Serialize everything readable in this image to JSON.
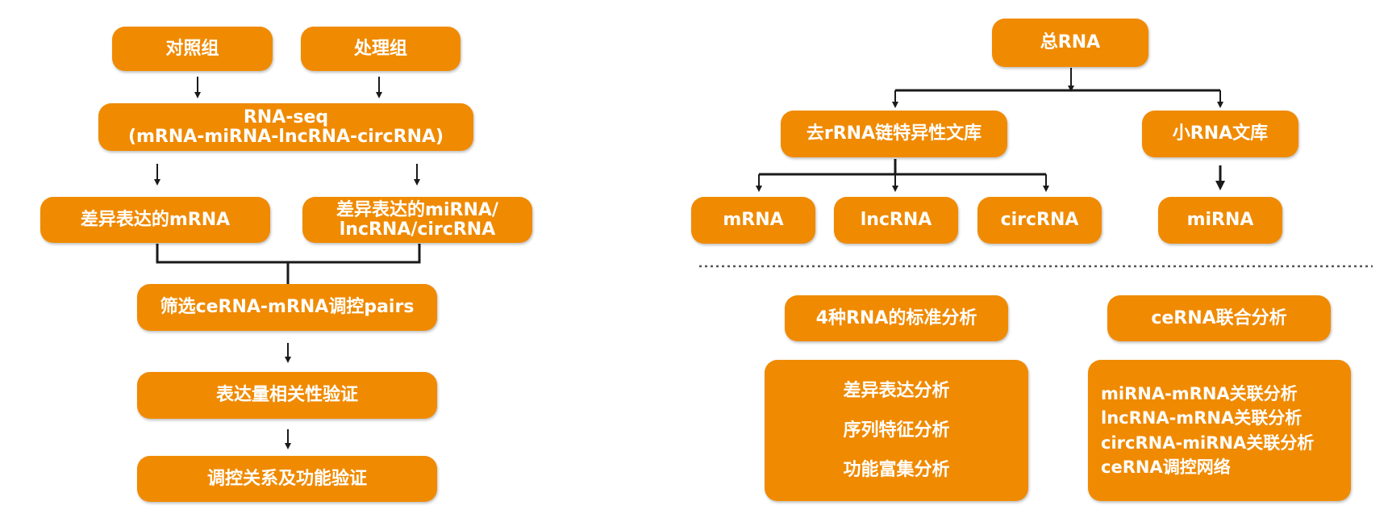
{
  "left": {
    "control_group": "对照组",
    "treatment_group": "处理组",
    "rnaseq_line1": "RNA-seq",
    "rnaseq_line2": "(mRNA-miRNA-lncRNA-circRNA)",
    "diff_mrna": "差异表达的mRNA",
    "diff_other_line1": "差异表达的miRNA/",
    "diff_other_line2": "lncRNA/circRNA",
    "screen_pairs": "筛选ceRNA-mRNA调控pairs",
    "correlation_validation": "表达量相关性验证",
    "function_validation": "调控关系及功能验证"
  },
  "right": {
    "total_rna": "总RNA",
    "rrna_library": "去rRNA链特异性文库",
    "small_rna_library": "小RNA文库",
    "mrna": "mRNA",
    "lncrna": "lncRNA",
    "circrna": "circRNA",
    "mirna": "miRNA",
    "standard_analysis": "4种RNA的标准分析",
    "cerna_analysis": "ceRNA联合分析",
    "standard_items": [
      "差异表达分析",
      "序列特征分析",
      "功能富集分析"
    ],
    "cerna_items": [
      "miRNA-mRNA关联分析",
      "lncRNA-mRNA关联分析",
      "circRNA-miRNA关联分析",
      "ceRNA调控网络"
    ]
  },
  "colors": {
    "box_fill": "#f08a00",
    "box_text": "#ffffff",
    "connector": "#1a1a1a",
    "divider": "#555555"
  }
}
